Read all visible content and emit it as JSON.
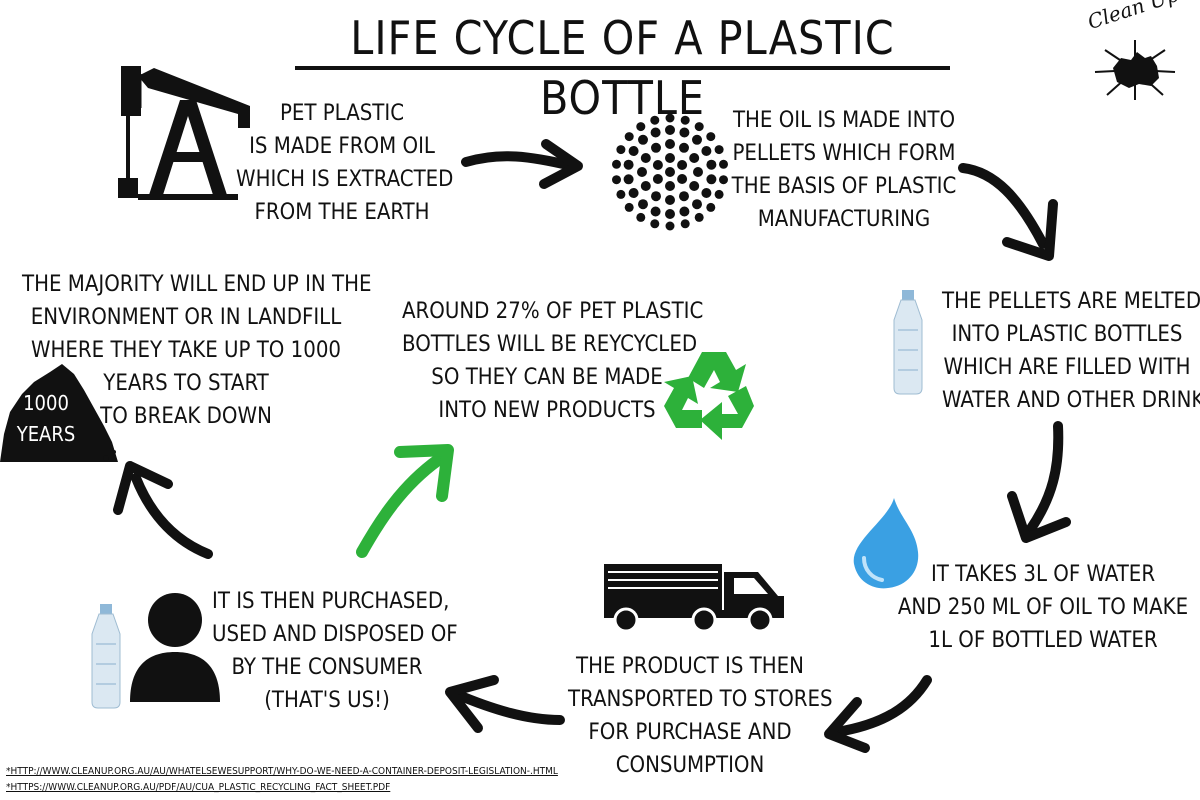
{
  "title": "LIFE CYCLE OF A PLASTIC BOTTLE",
  "logo": {
    "text": "Clean Up",
    "icon": "australia-map-icon"
  },
  "steps": [
    {
      "id": "oil",
      "icon": "oil-pump-icon",
      "lines": [
        "PET PLASTIC",
        "IS MADE FROM OIL",
        "WHICH IS EXTRACTED",
        "FROM THE EARTH"
      ]
    },
    {
      "id": "pellets",
      "icon": "pellets-icon",
      "lines": [
        "THE OIL IS MADE INTO",
        "PELLETS WHICH FORM",
        "THE BASIS OF PLASTIC",
        "MANUFACTURING"
      ]
    },
    {
      "id": "bottles",
      "icon": "water-bottle-icon",
      "lines": [
        "THE PELLETS ARE MELTED",
        "INTO PLASTIC BOTTLES",
        "WHICH ARE FILLED WITH",
        "WATER AND OTHER DRINKS"
      ]
    },
    {
      "id": "water",
      "icon": "water-drop-icon",
      "lines": [
        "IT TAKES 3L OF WATER",
        "AND 250 ML OF OIL TO MAKE",
        "1L OF BOTTLED WATER"
      ]
    },
    {
      "id": "transport",
      "icon": "truck-icon",
      "lines": [
        "THE PRODUCT IS THEN",
        "TRANSPORTED TO STORES",
        "FOR PURCHASE AND",
        "CONSUMPTION"
      ]
    },
    {
      "id": "consumer",
      "icon": "person-icon",
      "lines": [
        "IT IS THEN PURCHASED,",
        "USED AND DISPOSED OF",
        "BY THE CONSUMER",
        "(THAT'S US!)"
      ]
    },
    {
      "id": "landfill",
      "icon": "waste-heap-icon",
      "lines": [
        "THE MAJORITY WILL END UP IN THE",
        "ENVIRONMENT OR IN LANDFILL",
        "WHERE THEY TAKE UP TO 1000",
        "YEARS TO START",
        "TO BREAK DOWN"
      ],
      "badge": [
        "1000",
        "YEARS"
      ]
    },
    {
      "id": "recycle",
      "icon": "recycle-icon",
      "lines": [
        "AROUND 27% OF PET PLASTIC",
        "BOTTLES WILL BE REYCYCLED",
        "SO THEY CAN BE MADE",
        "INTO NEW PRODUCTS"
      ]
    }
  ],
  "references": [
    "*HTTP://WWW.CLEANUP.ORG.AU/AU/WHATELSEWESUPPORT/WHY-DO-WE-NEED-A-CONTAINER-DEPOSIT-LEGISLATION-.HTML",
    "*HTTPS://WWW.CLEANUP.ORG.AU/PDF/AU/CUA_PLASTIC_RECYCLING_FACT_SHEET.PDF"
  ],
  "colors": {
    "arrow": "#111111",
    "recycle": "#2db13a",
    "drop": "#3aa0e3",
    "text": "#111111"
  }
}
